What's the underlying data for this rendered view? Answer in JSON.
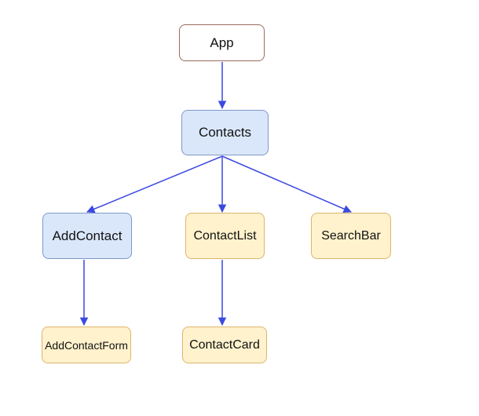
{
  "diagram": {
    "nodes": {
      "app": "App",
      "contacts": "Contacts",
      "addcontact": "AddContact",
      "contactlist": "ContactList",
      "searchbar": "SearchBar",
      "addcontactform": "AddContactForm",
      "contactcard": "ContactCard"
    },
    "edges": [
      {
        "from": "App",
        "to": "Contacts"
      },
      {
        "from": "Contacts",
        "to": "AddContact"
      },
      {
        "from": "Contacts",
        "to": "ContactList"
      },
      {
        "from": "Contacts",
        "to": "SearchBar"
      },
      {
        "from": "AddContact",
        "to": "AddContactForm"
      },
      {
        "from": "ContactList",
        "to": "ContactCard"
      }
    ],
    "colors": {
      "edge": "#3b49e0",
      "root_border": "#9b6a5e",
      "blue_fill": "#dae7fb",
      "blue_border": "#7f98c8",
      "yellow_fill": "#fff2cc",
      "yellow_border": "#dcb56a"
    }
  }
}
